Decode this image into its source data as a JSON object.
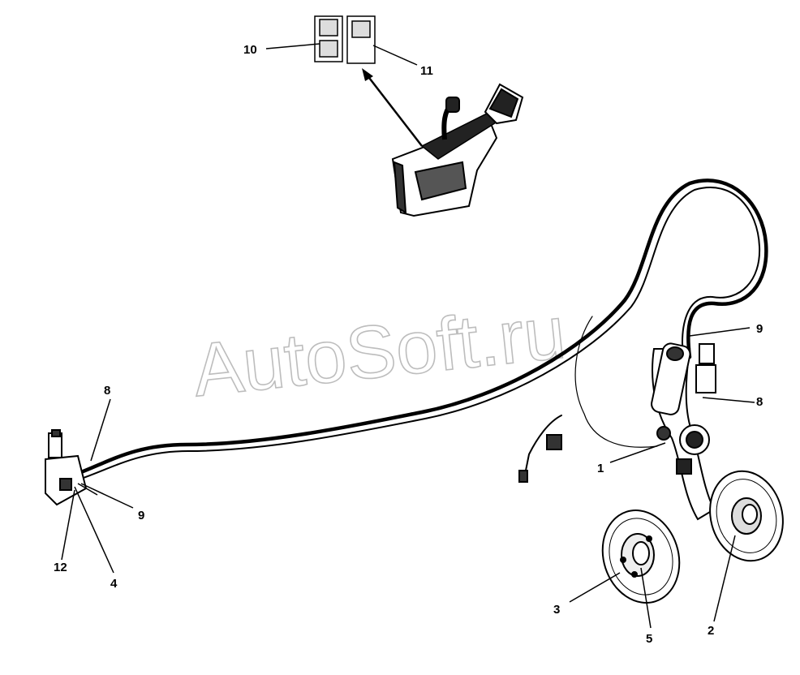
{
  "watermark": "AutoSoft.ru",
  "colors": {
    "line": "#000000",
    "paper": "#ffffff",
    "watermark": "#bdbdbd"
  },
  "callouts": [
    {
      "id": "c10",
      "label": "10"
    },
    {
      "id": "c11",
      "label": "11"
    },
    {
      "id": "c9a",
      "label": "9"
    },
    {
      "id": "c8a",
      "label": "8"
    },
    {
      "id": "c1",
      "label": "1"
    },
    {
      "id": "c8b",
      "label": "8"
    },
    {
      "id": "c9b",
      "label": "9"
    },
    {
      "id": "c12",
      "label": "12"
    },
    {
      "id": "c4",
      "label": "4"
    },
    {
      "id": "c3",
      "label": "3"
    },
    {
      "id": "c5",
      "label": "5"
    },
    {
      "id": "c2",
      "label": "2"
    }
  ]
}
